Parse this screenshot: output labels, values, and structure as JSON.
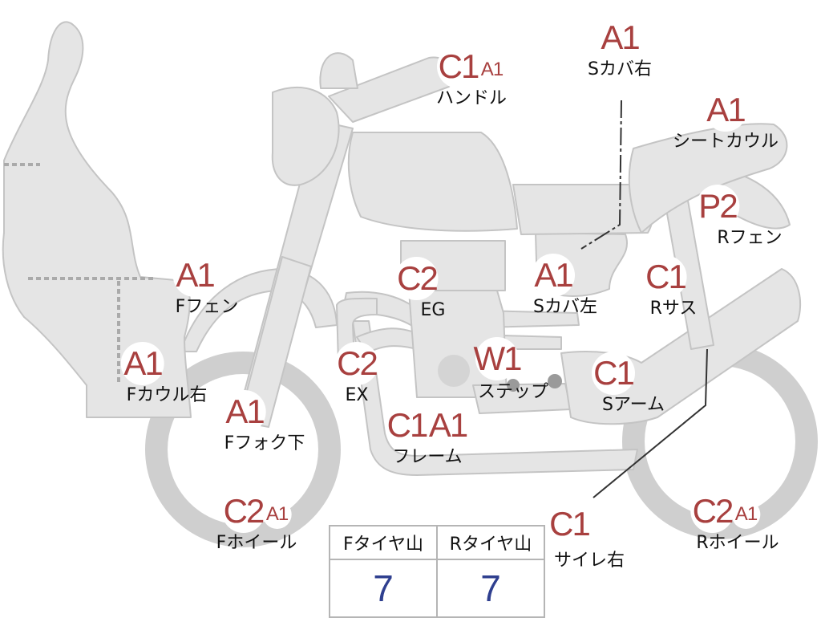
{
  "parts": [
    {
      "id": "handle",
      "grades": [
        "C1",
        "A1"
      ],
      "label": "ハンドル"
    },
    {
      "id": "side-cover-right",
      "grades": [
        "A1"
      ],
      "label": "Sカバ右"
    },
    {
      "id": "seat-cowl",
      "grades": [
        "A1"
      ],
      "label": "シートカウル"
    },
    {
      "id": "rear-fender",
      "grades": [
        "P2"
      ],
      "label": "Rフェン"
    },
    {
      "id": "front-fender",
      "grades": [
        "A1"
      ],
      "label": "Fフェン"
    },
    {
      "id": "engine",
      "grades": [
        "C2"
      ],
      "label": "EG"
    },
    {
      "id": "side-cover-left",
      "grades": [
        "A1"
      ],
      "label": "Sカバ左"
    },
    {
      "id": "rear-suspension",
      "grades": [
        "C1"
      ],
      "label": "Rサス"
    },
    {
      "id": "front-cowl-right",
      "grades": [
        "A1"
      ],
      "label": "Fカウル右"
    },
    {
      "id": "exhaust",
      "grades": [
        "C2"
      ],
      "label": "EX"
    },
    {
      "id": "step",
      "grades": [
        "W1"
      ],
      "label": "ステップ"
    },
    {
      "id": "swing-arm",
      "grades": [
        "C1"
      ],
      "label": "Sアーム"
    },
    {
      "id": "front-fork-lower",
      "grades": [
        "A1"
      ],
      "label": "Fフォク下"
    },
    {
      "id": "frame",
      "grades": [
        "C1",
        "A1"
      ],
      "label": "フレーム"
    },
    {
      "id": "front-wheel",
      "grades": [
        "C2",
        "A1"
      ],
      "label": "Fホイール"
    },
    {
      "id": "silencer-right",
      "grades": [
        "C1"
      ],
      "label": "サイレ右"
    },
    {
      "id": "rear-wheel",
      "grades": [
        "C2",
        "A1"
      ],
      "label": "Rホイール"
    }
  ],
  "tire_table": {
    "front_header": "Fタイヤ山",
    "rear_header": "Rタイヤ山",
    "front_value": "7",
    "rear_value": "7"
  },
  "colors": {
    "grade": "#a8403f",
    "tread_value": "#2f3f8f",
    "bike_fill": "#e5e5e5",
    "bike_stroke": "#bdbdbd"
  }
}
